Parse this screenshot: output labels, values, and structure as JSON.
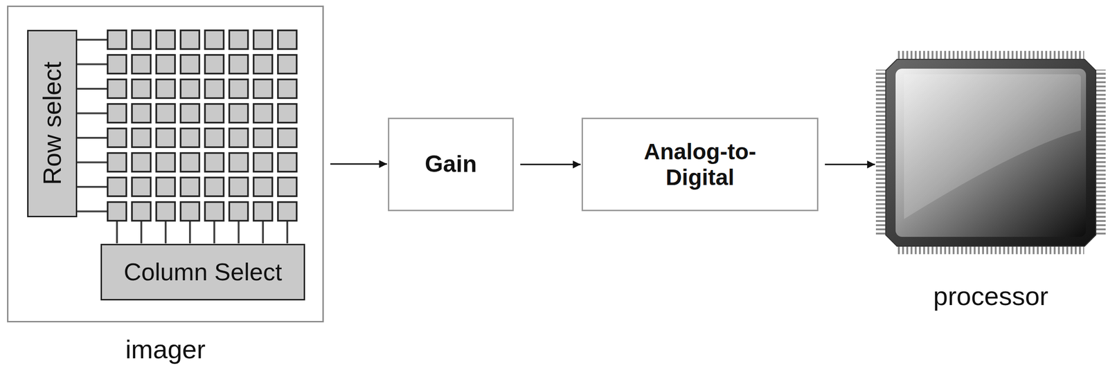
{
  "diagram": {
    "nodes": [
      {
        "text": [
          "imager"
        ]
      },
      {
        "text": [
          "Row select"
        ],
        "in": 0
      },
      {
        "text": [
          "Column Select"
        ],
        "in": 0
      },
      {
        "text": [
          "Gain"
        ]
      },
      {
        "text": [
          "Analog-to- Digital"
        ]
      },
      {
        "text": [
          "processor"
        ]
      }
    ],
    "edges": [
      {
        "from": 0,
        "to": 3,
        "arrow": "to"
      },
      {
        "from": 3,
        "to": 4,
        "arrow": "to"
      },
      {
        "from": 4,
        "to": 5,
        "arrow": "to"
      }
    ]
  }
}
